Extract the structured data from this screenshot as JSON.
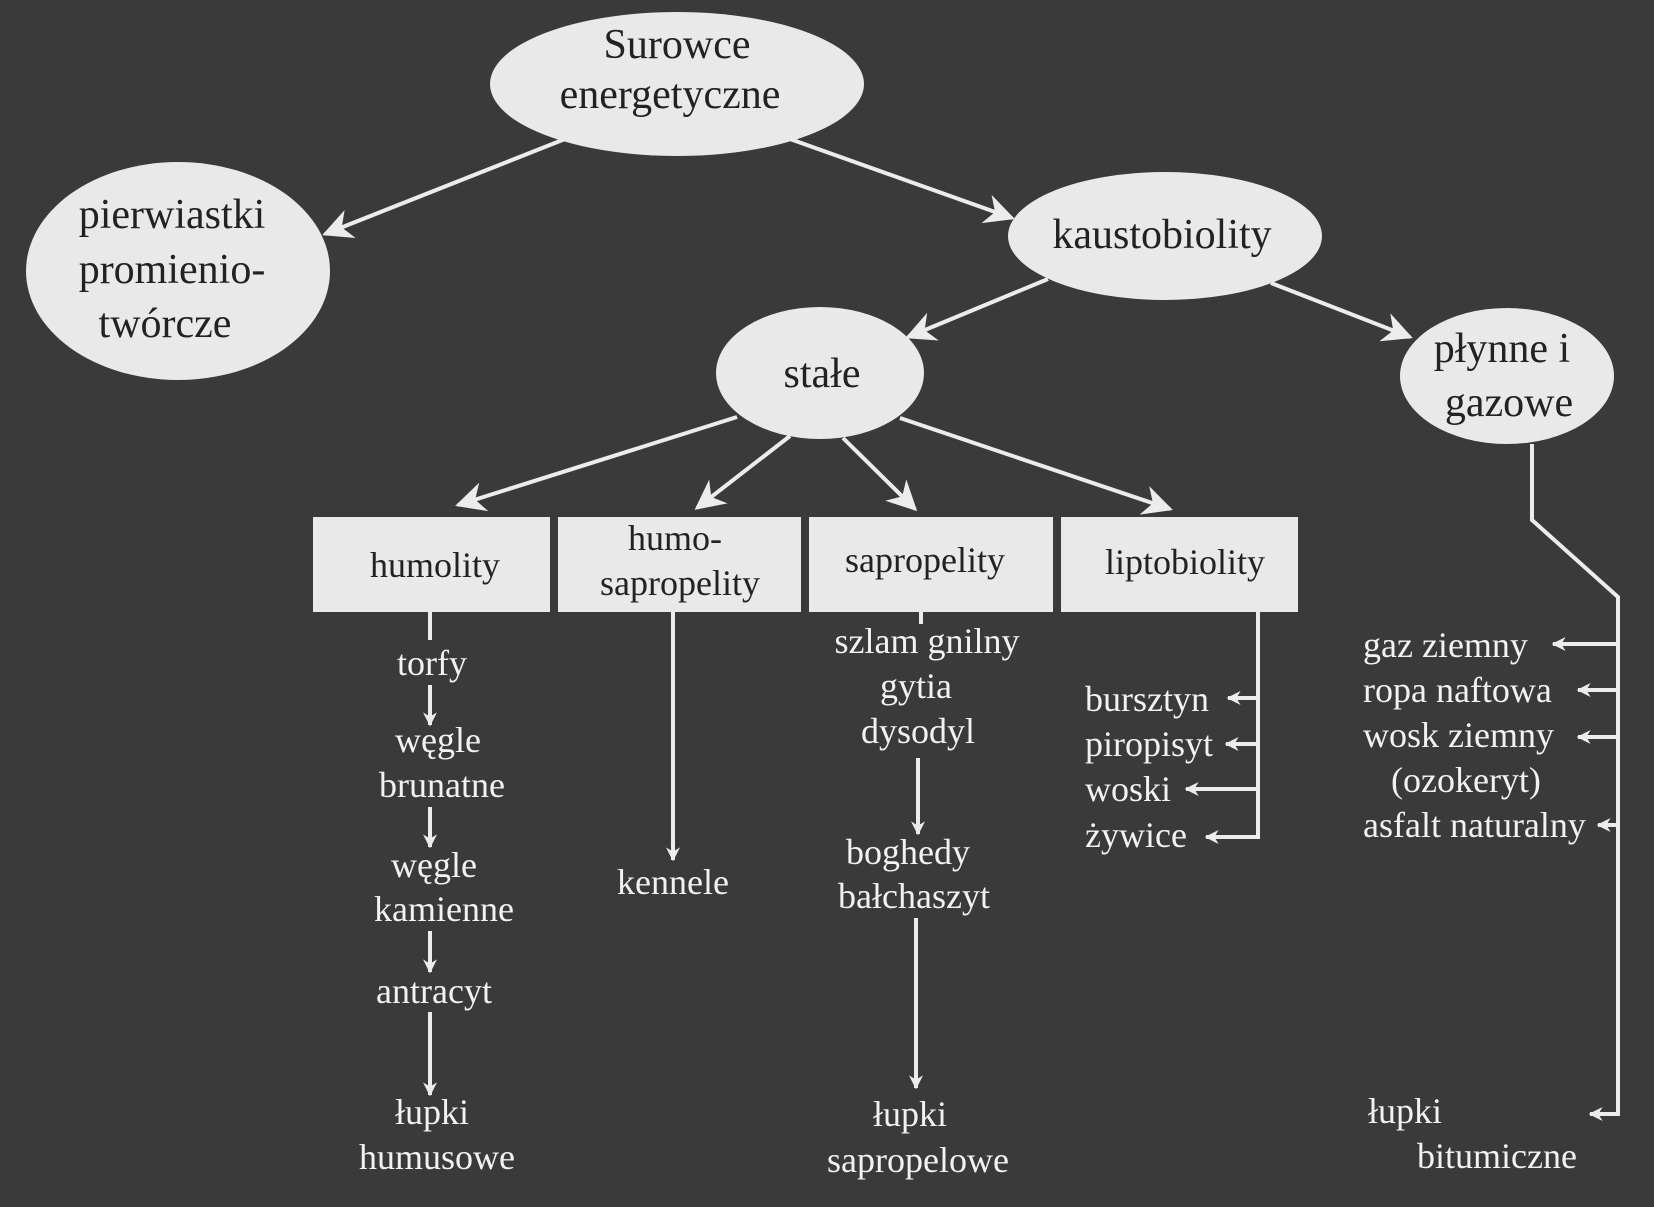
{
  "diagram": {
    "root": [
      "Surowce",
      "energetyczne"
    ],
    "radioactive": [
      "pierwiastki",
      "promienio-",
      "twórcze"
    ],
    "kaustobiolity": "kaustobiolity",
    "stale": "stałe",
    "liquid_gas": [
      "płynne i",
      "gazowe"
    ],
    "categories": {
      "humolity": "humolity",
      "humosapropelity": [
        "humo-",
        "sapropelity"
      ],
      "sapropelity": "sapropelity",
      "liptobiolity": "liptobiolity"
    },
    "humolity_chain": {
      "torfy": "torfy",
      "wegle_brunatne": [
        "węgle",
        "brunatne"
      ],
      "wegle_kamienne": [
        "węgle",
        "kamienne"
      ],
      "antracyt": "antracyt",
      "lupki_humusowe": [
        "łupki",
        "humusowe"
      ]
    },
    "humosapropelity_chain": {
      "kennele": "kennele"
    },
    "sapropelity_chain": {
      "group1": [
        "szlam gnilny",
        "gytia",
        "dysodyl"
      ],
      "group2": [
        "boghedy",
        "bałchaszyt"
      ],
      "lupki_sapropelowe": [
        "łupki",
        "sapropelowe"
      ]
    },
    "liptobiolity_items": [
      "bursztyn",
      "piropisyt",
      "woski",
      "żywice"
    ],
    "liquid_items": [
      "gaz ziemny",
      "ropa naftowa",
      "wosk ziemny",
      "(ozokeryt)",
      "asfalt naturalny"
    ],
    "lupki_bitumiczne": [
      "łupki",
      "bitumiczne"
    ]
  }
}
